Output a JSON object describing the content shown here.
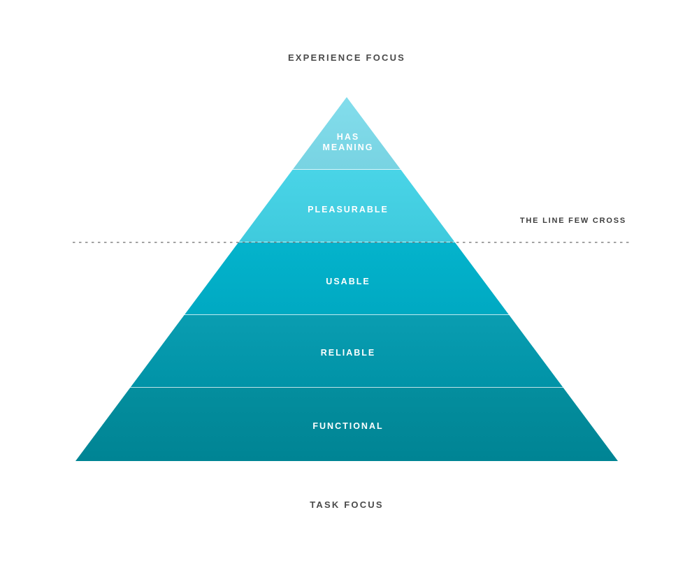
{
  "diagram": {
    "top_label": "EXPERIENCE FOCUS",
    "bottom_label": "TASK FOCUS",
    "divider_label": "THE LINE FEW CROSS",
    "tiers": [
      {
        "label_lines": [
          "HAS",
          "MEANING"
        ],
        "color": "#7ed9e8"
      },
      {
        "label_lines": [
          "PLEASURABLE"
        ],
        "color": "#45d0e3"
      },
      {
        "label_lines": [
          "USABLE"
        ],
        "color": "#00afc8"
      },
      {
        "label_lines": [
          "RELIABLE"
        ],
        "color": "#0699ad"
      },
      {
        "label_lines": [
          "FUNCTIONAL"
        ],
        "color": "#008a9a"
      }
    ],
    "divider_color": "#6b6b6b"
  }
}
